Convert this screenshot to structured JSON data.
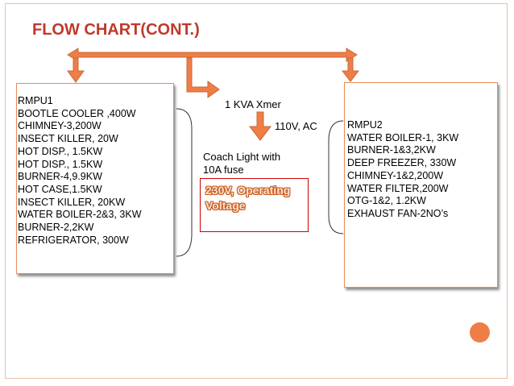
{
  "title": "FLOW CHART(CONT.)",
  "rmpu1": {
    "items": [
      "RMPU1",
      "BOOTLE COOLER ,400W",
      "CHIMNEY-3,200W",
      "INSECT KILLER, 20W",
      "HOT DISP., 1.5KW",
      "HOT DISP., 1.5KW",
      "BURNER-4,9.9KW",
      "HOT CASE,1.5KW",
      "INSECT KILLER, 20KW",
      "WATER BOILER-2&3, 3KW",
      "BURNER-2,2KW",
      "REFRIGERATOR, 300W"
    ]
  },
  "rmpu2": {
    "items": [
      "RMPU2",
      "WATER BOILER-1, 3KW",
      "BURNER-1&3,2KW",
      "DEEP FREEZER, 330W",
      "CHIMNEY-1&2,200W",
      "WATER FILTER,200W",
      "OTG-1&2, 1.2KW",
      "EXHAUST FAN-2NO’s"
    ]
  },
  "center": {
    "transformer": "1 KVA Xmer",
    "output": "110V, AC",
    "coach_light_line1": "Coach Light with",
    "coach_light_line2": "10A fuse",
    "voltage_line1": "230V, Operating",
    "voltage_line2": "Voltage"
  },
  "colors": {
    "title": "#c0392b",
    "arrow": "#ee7e46",
    "box_border": "#e98b57",
    "voltage_box_border": "#cc0000",
    "accent_circle": "#ee7e46"
  }
}
